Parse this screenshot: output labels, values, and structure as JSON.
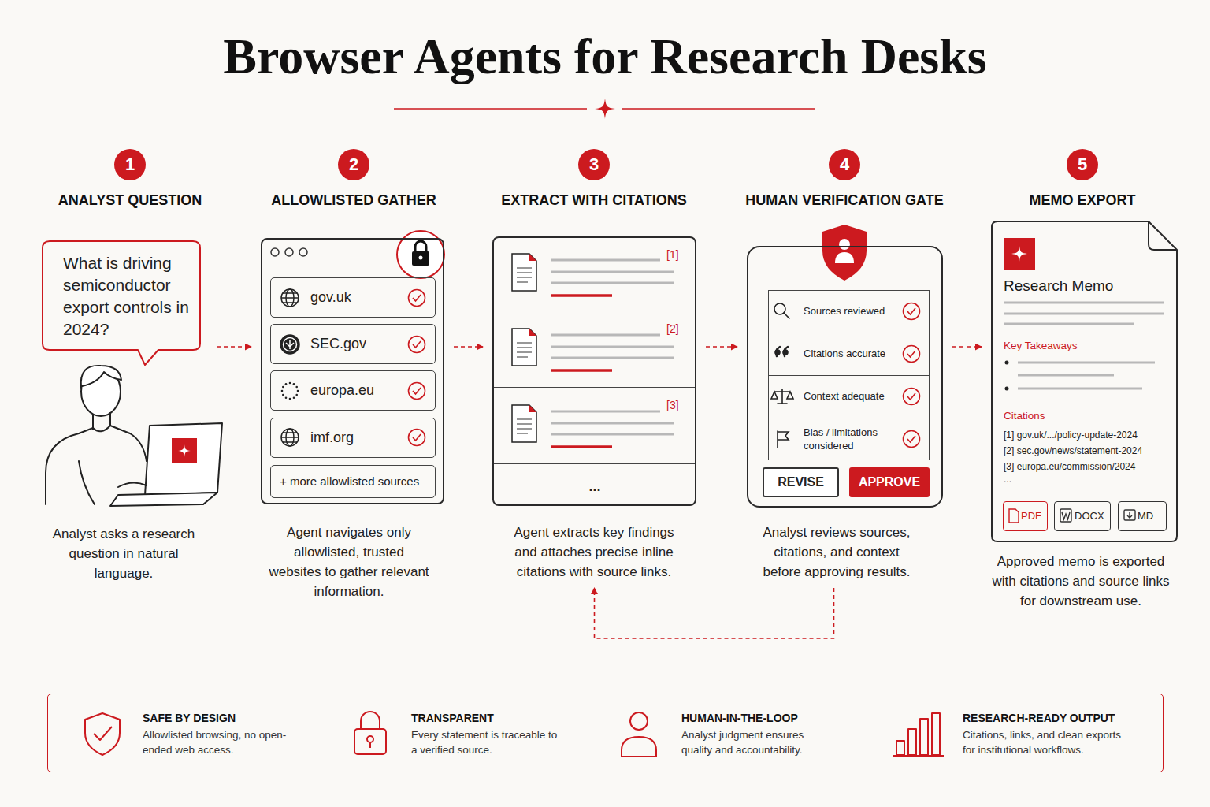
{
  "diagram": {
    "title": "Browser Agents for Research Desks",
    "nodes": [
      {
        "text": [
          "1"
        ]
      },
      {
        "text": [
          "2"
        ]
      },
      {
        "text": [
          "3"
        ]
      },
      {
        "text": [
          "4"
        ]
      },
      {
        "text": [
          "5"
        ]
      },
      {
        "text": [
          "ANALYST QUESTION",
          "What is driving semiconductor export controls in 2024?",
          "Analyst asks a research question in natural language."
        ]
      },
      {
        "text": [
          "ALLOWLISTED GATHER",
          "Agent navigates only allowlisted, trusted websites to gather relevant information."
        ]
      },
      {
        "text": [
          "gov.uk"
        ],
        "in": 6
      },
      {
        "text": [
          "SEC.gov"
        ],
        "in": 6
      },
      {
        "text": [
          "europa.eu"
        ],
        "in": 6
      },
      {
        "text": [
          "imf.org"
        ],
        "in": 6
      },
      {
        "text": [
          "+ more allowlisted sources"
        ],
        "in": 6
      },
      {
        "text": [
          "EXTRACT WITH CITATIONS",
          "...",
          "Agent extracts key findings and attaches precise inline citations with source links."
        ]
      },
      {
        "text": [
          "[1]"
        ],
        "in": 12
      },
      {
        "text": [
          "[2]"
        ],
        "in": 12
      },
      {
        "text": [
          "[3]"
        ],
        "in": 12
      },
      {
        "text": [
          "HUMAN VERIFICATION GATE",
          "Analyst reviews sources, citations, and context before approving results."
        ]
      },
      {
        "text": [
          "Sources reviewed"
        ],
        "in": 16
      },
      {
        "text": [
          "Citations accurate"
        ],
        "in": 16
      },
      {
        "text": [
          "Context adequate"
        ],
        "in": 16
      },
      {
        "text": [
          "Bias / limitations considered"
        ],
        "in": 16
      },
      {
        "text": [
          "REVISE"
        ],
        "in": 16
      },
      {
        "text": [
          "APPROVE"
        ],
        "in": 16
      },
      {
        "text": [
          "MEMO EXPORT",
          "Research Memo",
          "Key Takeaways",
          "Citations",
          "[1] gov.uk/.../policy-update-2024",
          "[2] sec.gov/news/statement-2024",
          "[3] europa.eu/commission/2024",
          "...",
          "Approved memo is exported with citations and source links for downstream use."
        ]
      },
      {
        "text": [
          "PDF"
        ],
        "in": 23
      },
      {
        "text": [
          "DOCX"
        ],
        "in": 23
      },
      {
        "text": [
          "MD"
        ],
        "in": 23
      },
      {
        "text": [
          "SAFE BY DESIGN",
          "Allowlisted browsing, no open-ended web access.",
          "TRANSPARENT",
          "Every statement is traceable to a verified source.",
          "HUMAN-IN-THE-LOOP",
          "Analyst judgment ensures quality and accountability.",
          "RESEARCH-READY OUTPUT",
          "Citations, links, and clean exports for institutional workflows."
        ]
      }
    ],
    "edges": [
      {
        "from": 5,
        "to": 6,
        "arrow": "to"
      },
      {
        "from": 6,
        "to": 12,
        "arrow": "to"
      },
      {
        "from": 12,
        "to": 16,
        "arrow": "to"
      },
      {
        "from": 16,
        "to": 23,
        "arrow": "to"
      },
      {
        "from": 16,
        "to": 12,
        "arrow": "to"
      }
    ]
  }
}
